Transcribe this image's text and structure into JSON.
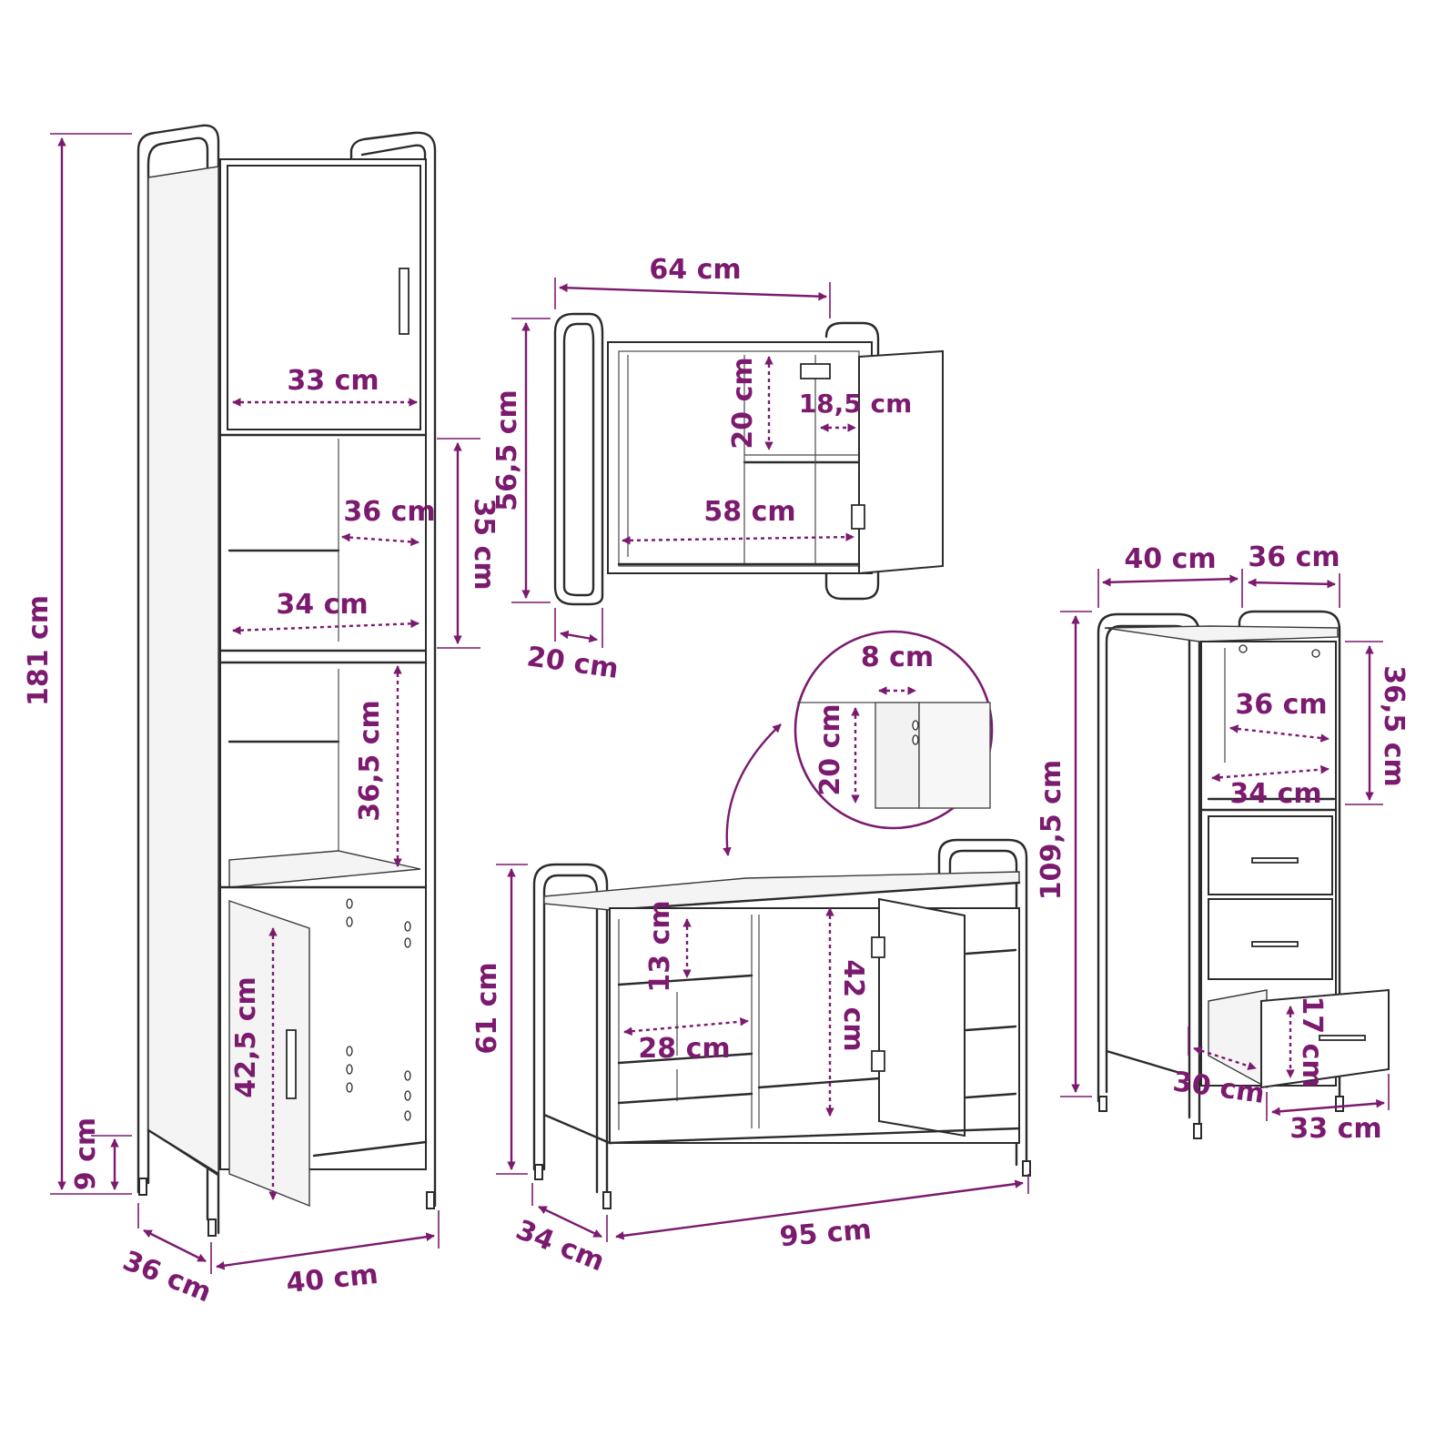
{
  "colors": {
    "dimension": "#7b1a6e",
    "outline": "#2b2b2b",
    "background": "#ffffff"
  },
  "tall_cabinet": {
    "height": "181 cm",
    "top_door_width": "33 cm",
    "shelf_depth": "36 cm",
    "compartment_height": "35 cm",
    "shelf_width": "34 cm",
    "mid_height": "36,5 cm",
    "door_height": "42,5 cm",
    "leg_height": "9 cm",
    "depth": "36 cm",
    "width": "40 cm"
  },
  "wall_cabinet": {
    "width": "64 cm",
    "height": "56,5 cm",
    "inner_height": "20 cm",
    "shelf_depth": "18,5 cm",
    "inner_width": "58 cm",
    "depth": "20 cm"
  },
  "detail": {
    "gap_width": "8 cm",
    "gap_height": "20 cm"
  },
  "bench": {
    "height": "61 cm",
    "shelf_height": "13 cm",
    "shelf_width": "28 cm",
    "door_height": "42 cm",
    "depth": "34 cm",
    "width": "95 cm"
  },
  "drawer_unit": {
    "width": "40 cm",
    "depth": "36 cm",
    "height": "109,5 cm",
    "shelf_depth": "36 cm",
    "compartment_height": "36,5 cm",
    "shelf_width": "34 cm",
    "drawer_height": "17 cm",
    "drawer_depth": "30 cm",
    "drawer_width": "33 cm"
  }
}
